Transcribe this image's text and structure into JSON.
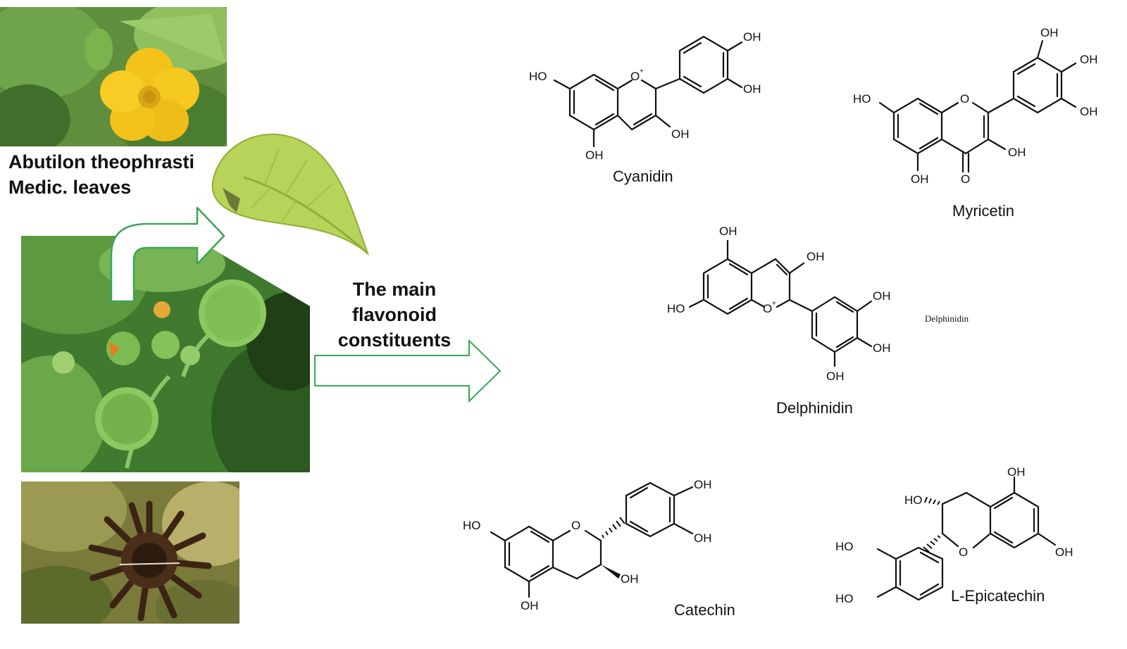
{
  "plant": {
    "title": "Abutilon theophrasti\nMedic. leaves",
    "images": [
      {
        "name": "flower-photo",
        "subject": "yellow flower"
      },
      {
        "name": "leaf-photo",
        "subject": "heart-shaped leaf"
      },
      {
        "name": "plant-photo",
        "subject": "green seed pods"
      },
      {
        "name": "seedpod-photo",
        "subject": "dried seed capsule"
      }
    ]
  },
  "arrow_label": "The main\nflavonoid\nconstituents",
  "compounds": [
    {
      "name": "Cyanidin"
    },
    {
      "name": "Myricetin"
    },
    {
      "name": "Delphinidin"
    },
    {
      "name": "Catechin"
    },
    {
      "name": "L-Epicatechin"
    }
  ],
  "stray_label": "Delphinidin",
  "atoms": {
    "oh": "OH",
    "ho": "HO",
    "o": "O",
    "o_plus": "O+"
  },
  "colors": {
    "arrow": "#3aa655",
    "flower": "#f2c21b",
    "foliage": "#4f9a3a",
    "leaf": "#b7d35a"
  }
}
